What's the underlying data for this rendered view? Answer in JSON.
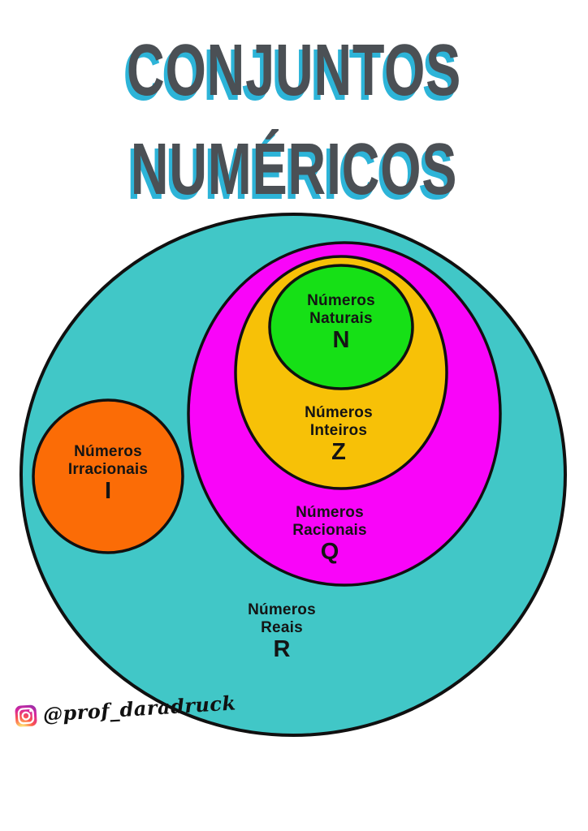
{
  "title": {
    "line1": "CONJUNTOS",
    "line2": "NUMÉRICOS",
    "text_color": "#4b5055",
    "shadow_color": "#2db4d8"
  },
  "sets": {
    "reais": {
      "name_line1": "Números",
      "name_line2": "Reais",
      "symbol": "R",
      "color": "#41c7c7"
    },
    "racionais": {
      "name_line1": "Números",
      "name_line2": "Racionais",
      "symbol": "Q",
      "color": "#f905f9"
    },
    "inteiros": {
      "name_line1": "Números",
      "name_line2": "Inteiros",
      "symbol": "Z",
      "color": "#f7c107"
    },
    "naturais": {
      "name_line1": "Números",
      "name_line2": "Naturais",
      "symbol": "N",
      "color": "#16e016"
    },
    "irracionais": {
      "name_line1": "Números",
      "name_line2": "Irracionais",
      "symbol": "I",
      "color": "#fb6c06"
    }
  },
  "diagram_outline_color": "#101010",
  "footer": {
    "instagram_icon": "instagram-icon",
    "instagram_handle": "@prof_daradruck"
  }
}
